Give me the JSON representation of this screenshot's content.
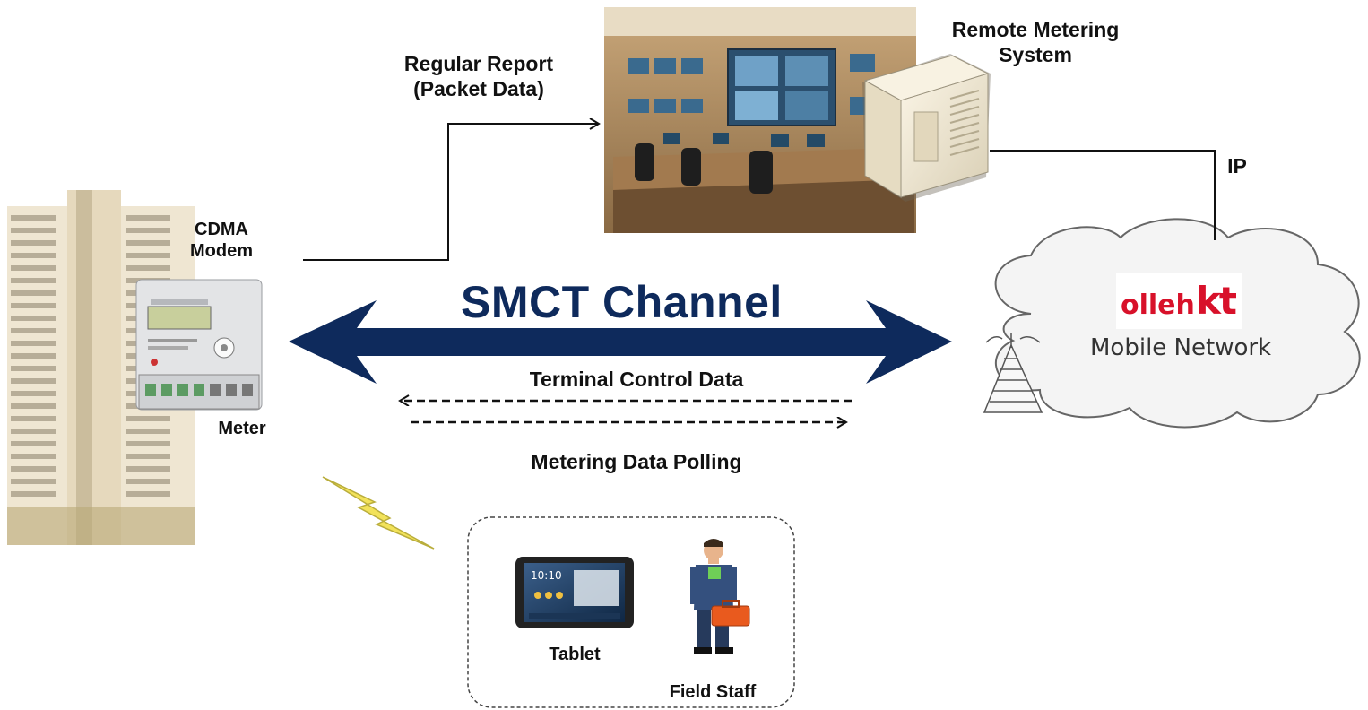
{
  "labels": {
    "regular_report_line1": "Regular Report",
    "regular_report_line2": "(Packet Data)",
    "remote_system_line1": "Remote Metering",
    "remote_system_line2": "System",
    "ip": "IP",
    "modem_line1": "CDMA",
    "modem_line2": "Modem",
    "meter": "Meter",
    "channel": "SMCT Channel",
    "terminal_control": "Terminal Control Data",
    "metering_polling": "Metering Data Polling",
    "tablet": "Tablet",
    "field_staff": "Field Staff",
    "network_brand_left": "olleh",
    "network_brand_right": "kt",
    "network": "Mobile Network",
    "tablet_clock": "10:10"
  },
  "colors": {
    "channel_arrow": "#0e2a5c",
    "brand_red": "#d8112a",
    "lightning": "#f2e25a"
  },
  "icons": [
    "building-image",
    "meter-image",
    "control-room-image",
    "server-icon",
    "cloud-icon",
    "antenna-tower-icon",
    "tablet-icon",
    "field-staff-icon",
    "lightning-icon"
  ]
}
